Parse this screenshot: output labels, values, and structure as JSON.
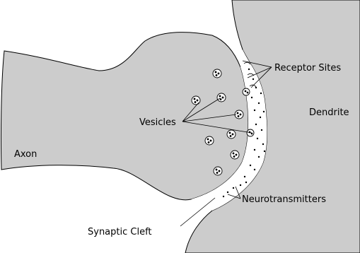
{
  "diagram": {
    "labels": {
      "receptor_sites": "Receptor Sites",
      "dendrite": "Dendrite",
      "vesicles": "Vesicles",
      "axon": "Axon",
      "neurotransmitters": "Neurotransmitters",
      "synaptic_cleft": "Synaptic Cleft"
    },
    "colors": {
      "tissue_fill": "#cccccc",
      "outline": "#000000",
      "background": "#ffffff"
    }
  }
}
